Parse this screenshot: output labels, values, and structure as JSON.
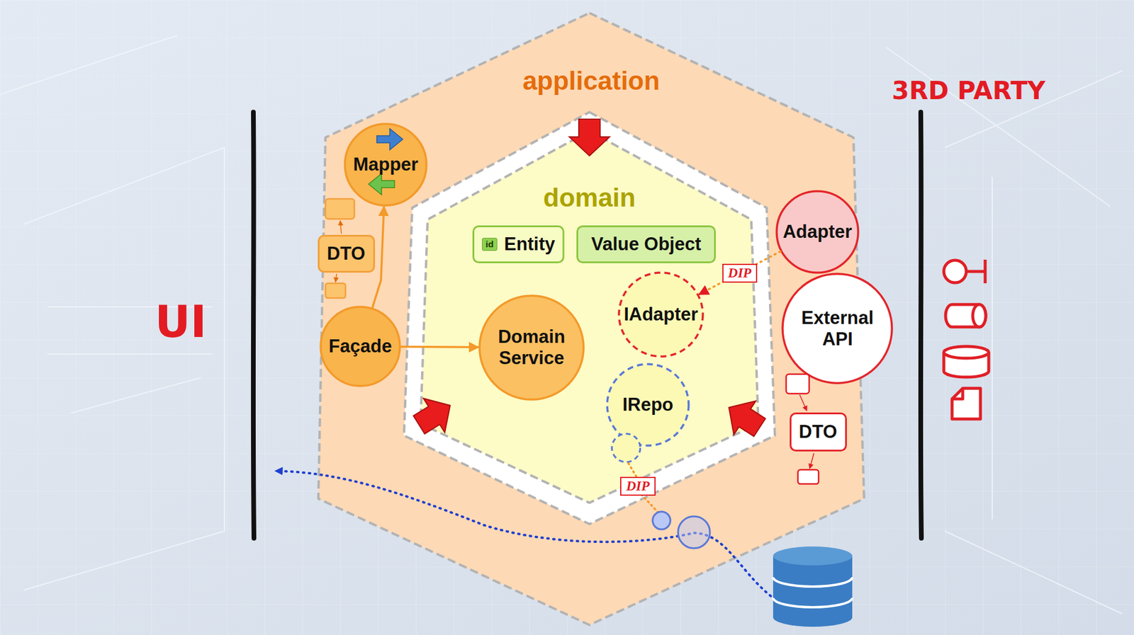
{
  "diagram": {
    "nodes": [
      {
        "text": [
          "application"
        ]
      },
      {
        "text": [
          "domain"
        ],
        "in": 0
      },
      {
        "text": [
          "Mapper"
        ],
        "in": 0
      },
      {
        "text": [
          "DTO"
        ],
        "in": 0
      },
      {
        "text": [
          "id",
          "Entity"
        ],
        "in": 1
      },
      {
        "text": [
          "Value Object"
        ],
        "in": 1
      },
      {
        "text": [
          "Adapter"
        ],
        "in": 0
      },
      {
        "text": [
          "IAdapter"
        ],
        "in": 1
      },
      {
        "text": [
          "Façade"
        ],
        "in": 0
      },
      {
        "text": [
          "Domain Service"
        ],
        "in": 1
      },
      {
        "text": [
          "External API"
        ],
        "in": 0
      },
      {
        "text": [
          "IRepo"
        ],
        "in": 1
      },
      {
        "text": [
          "DTO"
        ],
        "in": 0
      }
    ],
    "edges": [
      {
        "from": 8,
        "to": 2,
        "arrow": "to"
      },
      {
        "from": 8,
        "to": 9,
        "arrow": "to"
      },
      {
        "from": 6,
        "to": 7,
        "arrow": "to",
        "label": "DIP"
      }
    ],
    "labels": [
      "UI",
      "3RD PARTY",
      "DIP"
    ]
  }
}
